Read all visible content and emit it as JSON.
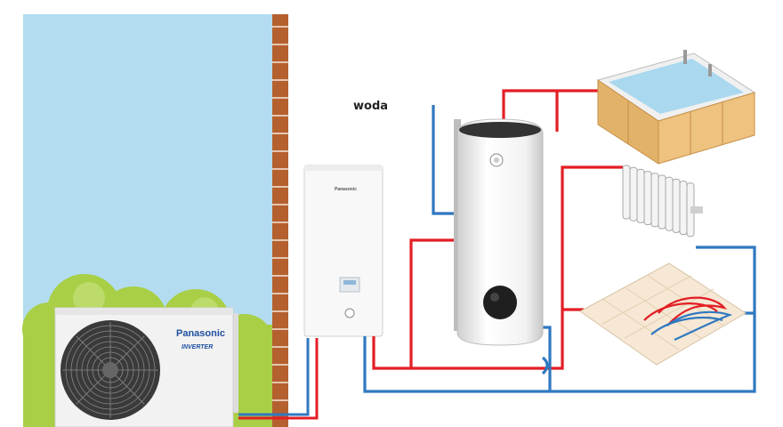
{
  "labels": {
    "water": "woda"
  },
  "brand": {
    "outdoor_name": "Panasonic",
    "outdoor_sub": "INVERTER",
    "indoor_name": "Panasonic"
  },
  "colors": {
    "sky": "#b3dcf0",
    "brick": "#b5602f",
    "hot_pipe": "#e31e24",
    "cold_pipe": "#2f78c0",
    "bush": "#a8cf45",
    "tub_wood": "#e3b26a"
  },
  "icons": [
    "outdoor-heat-pump-unit",
    "indoor-hydromodule",
    "hot-water-tank",
    "bathtub",
    "radiator",
    "underfloor-heating"
  ]
}
